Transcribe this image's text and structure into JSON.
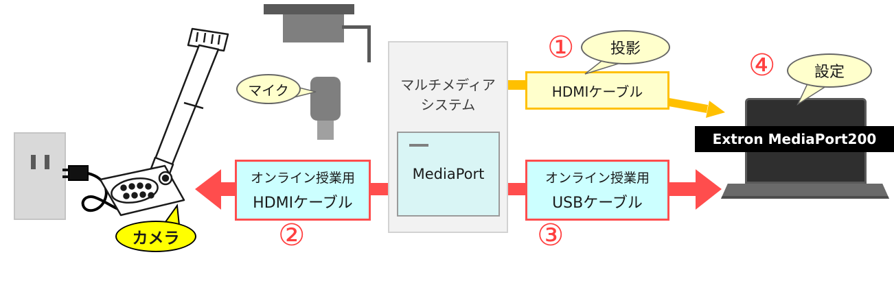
{
  "diagram": {
    "bubbles": {
      "camera": "カメラ",
      "mic": "マイク",
      "projection": "投影",
      "settings": "設定"
    },
    "system_box": {
      "title_line1": "マルチメディア",
      "title_line2": "システム",
      "mediaport": "MediaPort"
    },
    "top_cable_box": {
      "label": "HDMIケーブル"
    },
    "left_cable_box": {
      "line1": "オンライン授業用",
      "line2": "HDMIケーブル"
    },
    "right_cable_box": {
      "line1": "オンライン授業用",
      "line2": "USBケーブル"
    },
    "laptop": {
      "screen_label": "Extron MediaPort200"
    },
    "steps": {
      "projection": "①",
      "camera_hdmi": "②",
      "usb": "③",
      "settings": "④"
    }
  },
  "colors": {
    "arrow_red": "#ff4d4d",
    "arrow_yellow": "#ffc000",
    "box_cyan": "#ccffff",
    "box_pale_yellow": "#ffffcc",
    "bubble_bright_yellow": "#ffff00",
    "system_gray": "#f2f2f2",
    "mediaport_cyan": "#d9f5f5",
    "step_number_red": "#ff4040",
    "laptop_banner_black": "#000000"
  }
}
